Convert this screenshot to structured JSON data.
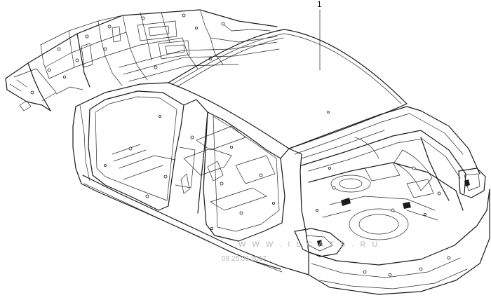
{
  "callout": {
    "number": "1"
  },
  "watermark": {
    "site": "W W W . I L C A T S . R U",
    "date": "09 25.06.2017"
  }
}
